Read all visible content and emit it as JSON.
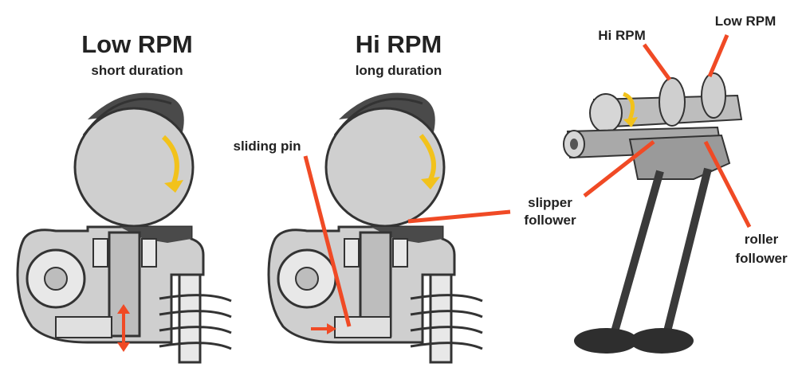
{
  "panels": {
    "low": {
      "title": "Low RPM",
      "subtitle": "short duration"
    },
    "hi": {
      "title": "Hi RPM",
      "subtitle": "long duration"
    }
  },
  "callouts": {
    "sliding_pin": "sliding pin",
    "hi_rpm_lobe": "Hi RPM",
    "low_rpm_lobe": "Low RPM",
    "slipper_follower": [
      "slipper",
      "follower"
    ],
    "roller_follower": [
      "roller",
      "follower"
    ]
  },
  "colors": {
    "callout_line": "#f04a25",
    "rotation_arrow": "#f2c21b",
    "part_fill": "#cfcfcf",
    "part_dark": "#4a4a4a",
    "outline": "#333333"
  },
  "icons": [
    "rotation-arrow-icon",
    "double-arrow-icon",
    "push-arrow-icon"
  ]
}
